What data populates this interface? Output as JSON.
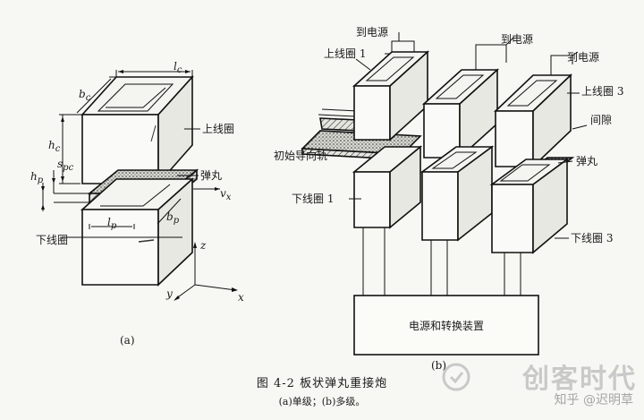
{
  "panel_a": {
    "upper_coil": "上线圈",
    "lower_coil": "下线圈",
    "projectile": "弹丸",
    "dim_lc": "l",
    "dim_lc_sub": "c",
    "dim_bc": "b",
    "dim_bc_sub": "c",
    "dim_hc": "h",
    "dim_hc_sub": "c",
    "dim_hp": "h",
    "dim_hp_sub": "p",
    "dim_spc": "s",
    "dim_spc_sub": "pc",
    "dim_lp": "l",
    "dim_lp_sub": "p",
    "dim_bp": "b",
    "dim_bp_sub": "p",
    "velocity": "v",
    "velocity_sub": "x",
    "axis_x": "x",
    "axis_y": "y",
    "axis_z": "z",
    "panel_label": "(a)"
  },
  "panel_b": {
    "to_power_1": "到电源",
    "to_power_2": "到电源",
    "to_power_3": "到电源",
    "upper_coil_1": "上线圈 1",
    "upper_coil_3": "上线圈 3",
    "gap": "间隙",
    "projectile": "弹丸",
    "guide_rail": "初始导向轨",
    "lower_coil_1": "下线圈 1",
    "lower_coil_3": "下线圈 3",
    "power_box": "电源和转换装置",
    "panel_label": "(b)"
  },
  "caption": {
    "title": "图 4-2    板状弹丸重接炮",
    "subtitle": "(a)单级；(b)多级。"
  },
  "watermark": {
    "brand": "创客时代",
    "site": "知乎 @迟明草"
  }
}
